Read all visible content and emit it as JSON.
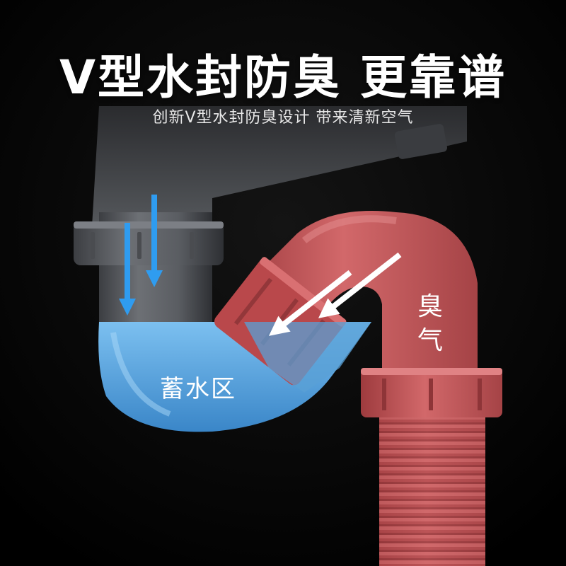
{
  "headline": {
    "title": "V型水封防臭 更靠谱",
    "subtitle": "创新V型水封防臭设计 带来清新空气"
  },
  "labels": {
    "water_zone": "蓄水区",
    "odor": "臭气"
  },
  "colors": {
    "background": "#000000",
    "grey_pipe": "#5b5e63",
    "red_pipe": "#c75558",
    "water": "#5ba6e0",
    "down_arrows": "#2f9cf0",
    "odor_arrows": "#ffffff"
  },
  "icons": [
    "down-arrow-icon",
    "odor-arrow-icon"
  ]
}
